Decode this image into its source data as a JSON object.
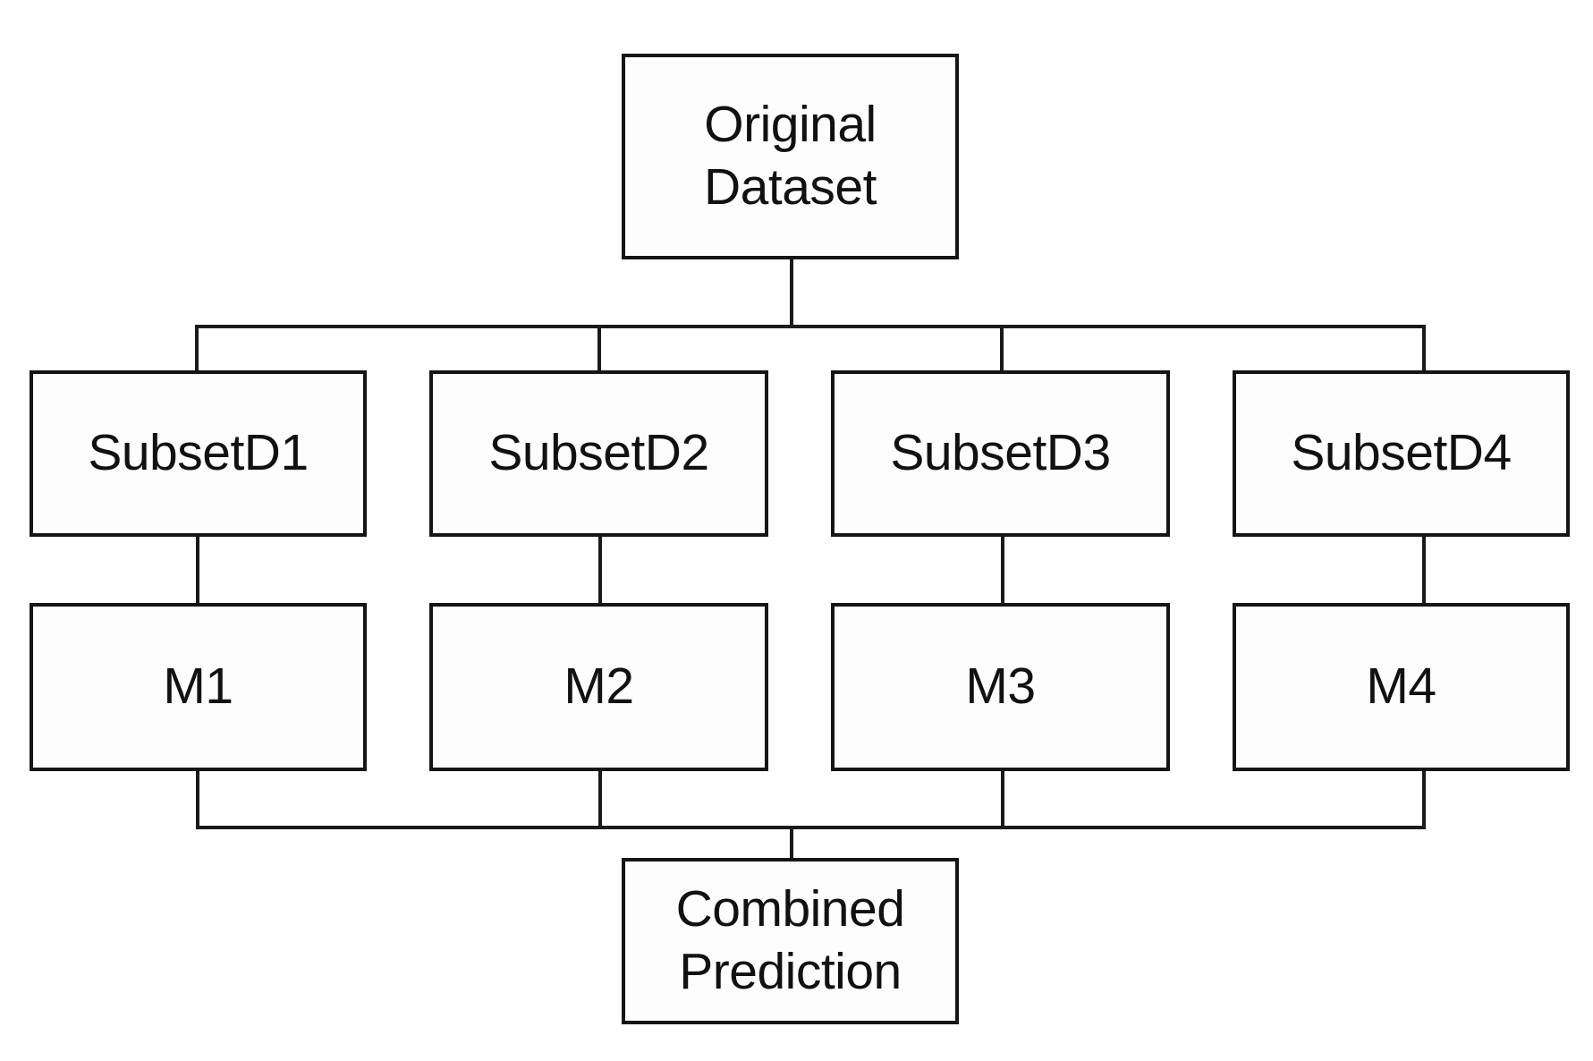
{
  "diagram": {
    "type": "flowchart",
    "title_text": "",
    "orientation": "top-down",
    "colors": {
      "background": "#ffffff",
      "box_fill": "#fdfdfd",
      "box_border": "#151515",
      "connector": "#1a1a1a",
      "text": "#111111"
    },
    "nodes": {
      "original": {
        "label": "Original\nDataset"
      },
      "subsets": [
        {
          "label": "SubsetD1"
        },
        {
          "label": "SubsetD2"
        },
        {
          "label": "SubsetD3"
        },
        {
          "label": "SubsetD4"
        }
      ],
      "models": [
        {
          "label": "M1"
        },
        {
          "label": "M2"
        },
        {
          "label": "M3"
        },
        {
          "label": "M4"
        }
      ],
      "combined": {
        "label": "Combined\nPrediction"
      }
    },
    "edges": [
      {
        "from": "original",
        "to": "SubsetD1"
      },
      {
        "from": "original",
        "to": "SubsetD2"
      },
      {
        "from": "original",
        "to": "SubsetD3"
      },
      {
        "from": "original",
        "to": "SubsetD4"
      },
      {
        "from": "SubsetD1",
        "to": "M1"
      },
      {
        "from": "SubsetD2",
        "to": "M2"
      },
      {
        "from": "SubsetD3",
        "to": "M3"
      },
      {
        "from": "SubsetD4",
        "to": "M4"
      },
      {
        "from": "M1",
        "to": "combined"
      },
      {
        "from": "M2",
        "to": "combined"
      },
      {
        "from": "M3",
        "to": "combined"
      },
      {
        "from": "M4",
        "to": "combined"
      }
    ]
  }
}
